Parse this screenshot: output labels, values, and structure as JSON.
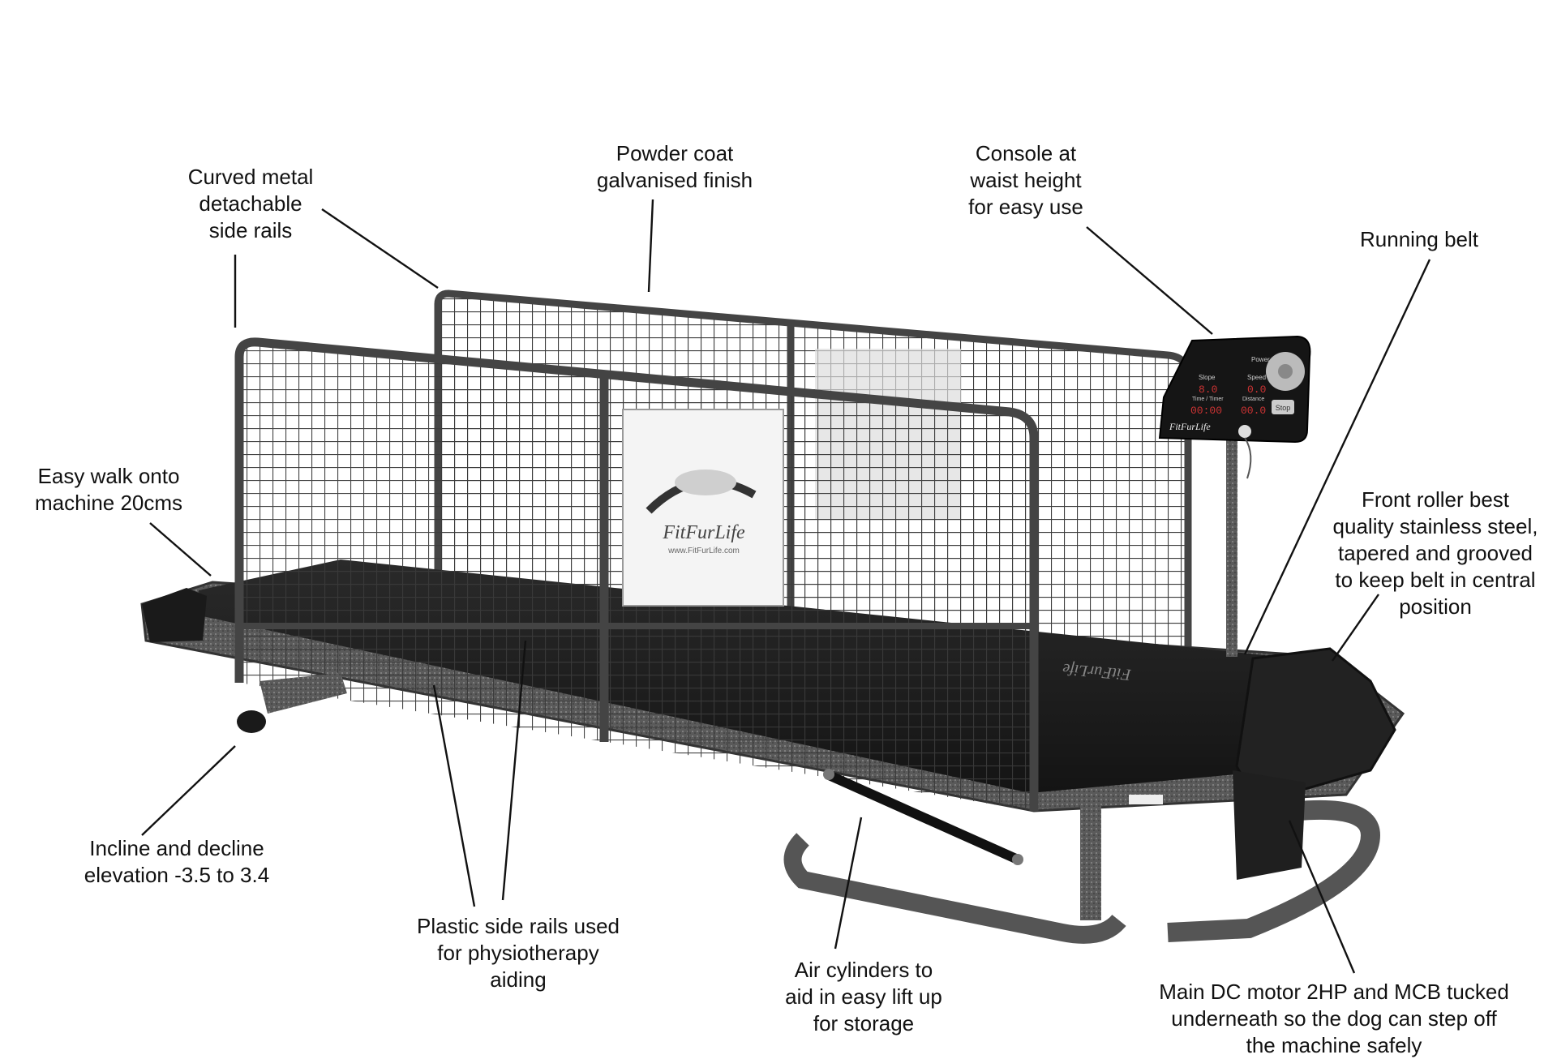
{
  "annotations": {
    "side_rails": [
      "Curved metal",
      "detachable",
      "side rails"
    ],
    "finish": [
      "Powder coat",
      "galvanised finish"
    ],
    "console": [
      "Console at",
      "waist height",
      "for easy use"
    ],
    "running_belt": [
      "Running belt"
    ],
    "walk_onto": [
      "Easy walk onto",
      "machine 20cms"
    ],
    "front_roller": [
      "Front roller best",
      "quality stainless steel,",
      "tapered and grooved",
      "to keep belt in central",
      "position"
    ],
    "incline": [
      "Incline and decline",
      "elevation -3.5 to 3.4"
    ],
    "plastic_rails": [
      "Plastic side rails used",
      "for physiotherapy",
      "aiding"
    ],
    "air_cylinders": [
      "Air cylinders to",
      "aid in easy lift up",
      "for storage"
    ],
    "motor": [
      "Main DC motor 2HP and MCB tucked",
      "underneath so the dog can step off",
      "the machine safely"
    ]
  },
  "product": {
    "brand": "FitFurLife",
    "sign_url": "www.FitFurLife.com",
    "console": {
      "power": "Power",
      "slope": "Slope",
      "speed": "Speed",
      "time": "Time / Timer",
      "distance": "Distance",
      "stop": "Stop",
      "slope_val": "8.0",
      "speed_val": "0.0",
      "time_val": "00:00",
      "distance_val": "00.0"
    }
  },
  "colors": {
    "frame": "#4a4a4a",
    "belt": "#1c1c1c",
    "text": "#111111",
    "leader": "#111111"
  }
}
